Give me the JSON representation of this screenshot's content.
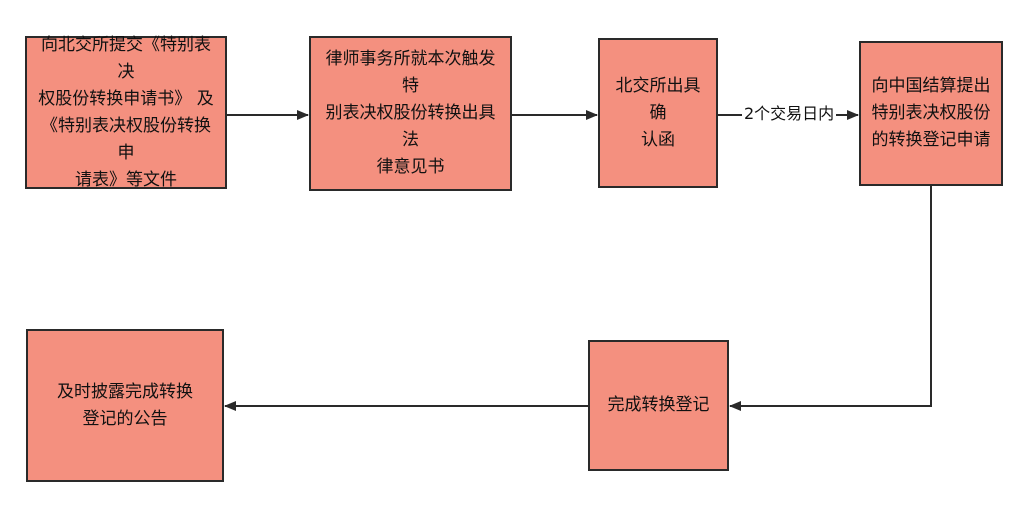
{
  "nodes": {
    "step1": "向北交所提交《特别表决\n权股份转换申请书》 及\n《特别表决权股份转换申\n请表》等文件",
    "step2": "律师事务所就本次触发特\n别表决权股份转换出具法\n律意见书",
    "step3": "北交所出具确\n认函",
    "step4": "向中国结算提出\n特别表决权股份\n的转换登记申请",
    "step5": "完成转换登记",
    "step6": "及时披露完成转换\n登记的公告"
  },
  "edges": {
    "e3_4_label": "2个交易日内"
  },
  "colors": {
    "node_fill": "#f4907f",
    "stroke": "#2a2a2a"
  }
}
